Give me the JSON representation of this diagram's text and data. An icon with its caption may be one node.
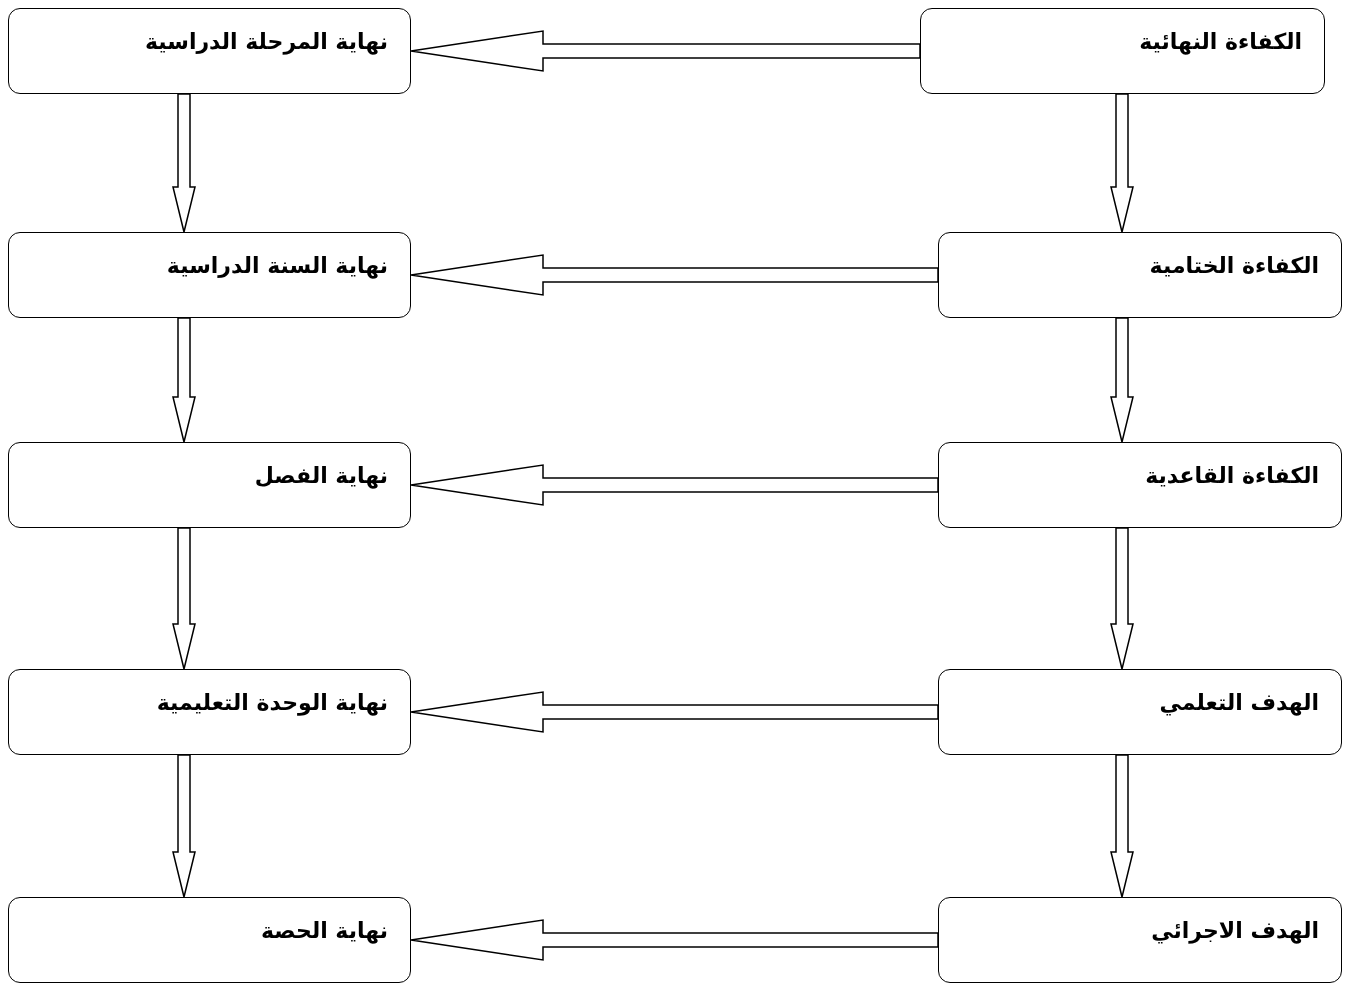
{
  "diagram": {
    "nodes": [
      {
        "text": [
          "الكفاءة النهائية"
        ]
      },
      {
        "text": [
          "نهاية المرحلة الدراسية"
        ]
      },
      {
        "text": [
          "الكفاءة الختامية"
        ]
      },
      {
        "text": [
          "نهاية السنة الدراسية"
        ]
      },
      {
        "text": [
          "الكفاءة القاعدية"
        ]
      },
      {
        "text": [
          "نهاية الفصل"
        ]
      },
      {
        "text": [
          "الهدف التعلمي"
        ]
      },
      {
        "text": [
          "نهاية الوحدة التعليمية"
        ]
      },
      {
        "text": [
          "الهدف الاجرائي"
        ]
      },
      {
        "text": [
          "نهاية الحصة"
        ]
      }
    ],
    "edges": [
      {
        "from": 0,
        "to": 1,
        "arrow": "to"
      },
      {
        "from": 2,
        "to": 3,
        "arrow": "to"
      },
      {
        "from": 4,
        "to": 5,
        "arrow": "to"
      },
      {
        "from": 6,
        "to": 7,
        "arrow": "to"
      },
      {
        "from": 8,
        "to": 9,
        "arrow": "to"
      },
      {
        "from": 0,
        "to": 2,
        "arrow": "to"
      },
      {
        "from": 2,
        "to": 4,
        "arrow": "to"
      },
      {
        "from": 4,
        "to": 6,
        "arrow": "to"
      },
      {
        "from": 6,
        "to": 8,
        "arrow": "to"
      },
      {
        "from": 1,
        "to": 3,
        "arrow": "to"
      },
      {
        "from": 3,
        "to": 5,
        "arrow": "to"
      },
      {
        "from": 5,
        "to": 7,
        "arrow": "to"
      },
      {
        "from": 7,
        "to": 9,
        "arrow": "to"
      }
    ]
  }
}
